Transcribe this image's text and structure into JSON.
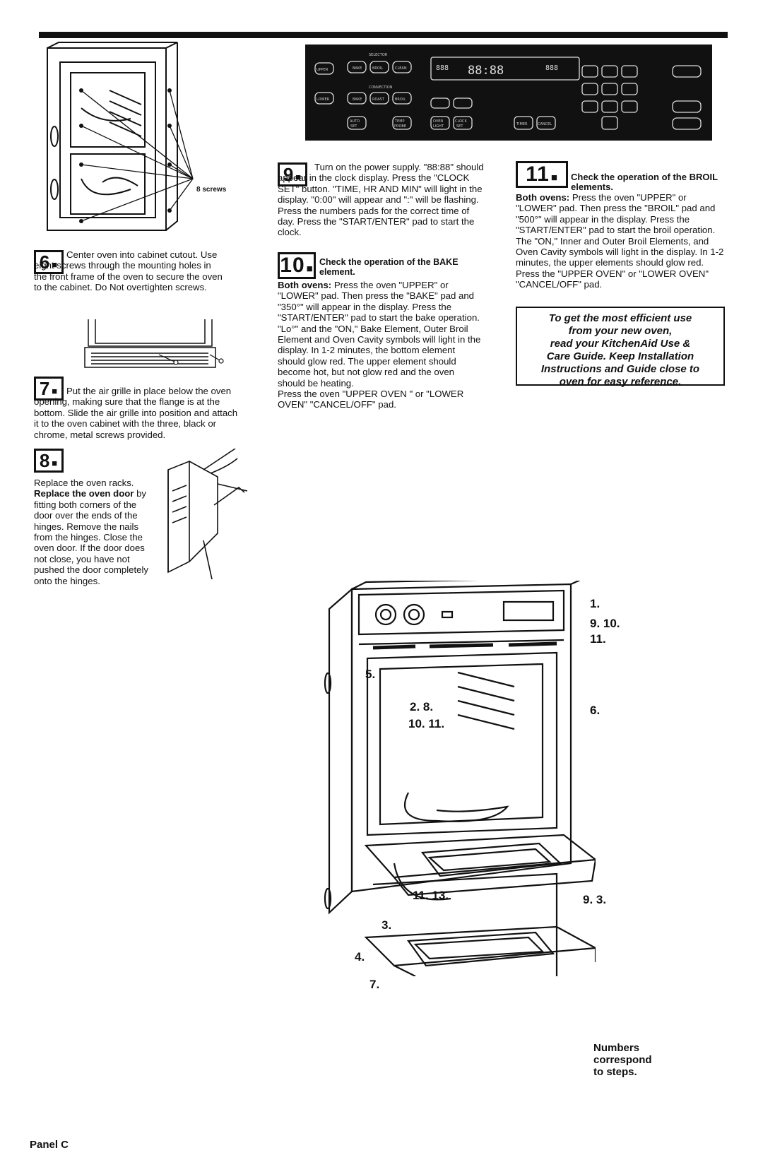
{
  "panel_label": "Panel C",
  "fig_oven_frame": {
    "label": "8 screws"
  },
  "step6": {
    "number": "6",
    "text": "Center oven into cabinet cutout. Use eight screws through the mounting holes in the front frame of the oven to secure the oven to the cabinet. Do Not overtighten screws."
  },
  "step7": {
    "number": "7",
    "text": "Put the air grille in place below the oven opening, making sure that the flange is at the bottom. Slide the air grille into position and attach it to the oven cabinet with the three, black or chrome, metal screws provided."
  },
  "step8": {
    "number": "8",
    "line1": "Replace the oven racks.",
    "bold": "Replace the oven door",
    "text": " by fitting both corners of the door over the ends of the hinges. Remove the nails from the hinges. Close the oven door. If the door does not close, you have not pushed the door completely onto the hinges."
  },
  "step9": {
    "number": "9",
    "text": "Turn on the power supply. \"88:88\" should appear in the clock display. Press the \"CLOCK SET\" button. \"TIME, HR AND MIN\" will light in the display. \"0:00\" will appear and \":\" will be flashing. Press the numbers pads for the correct time of day. Press the \"START/ENTER\" pad to start the clock."
  },
  "step10": {
    "number": "10",
    "heading": "Check the operation of the BAKE element.",
    "bold": "Both ovens:",
    "text": " Press the oven \"UPPER\" or \"LOWER\" pad. Then press the \"BAKE\" pad and \"350°\" will appear in the display. Press the \"START/ENTER\" pad to start the bake operation. \"Lo°\" and the \"ON,\" Bake Element, Outer Broil Element and Oven Cavity symbols will light in the display. In 1-2 minutes, the bottom element should glow red. The upper element should become hot, but not glow red and the oven should be heating.",
    "text2": "Press the oven \"UPPER OVEN \" or \"LOWER OVEN\" \"CANCEL/OFF\" pad."
  },
  "step11": {
    "number": "11",
    "heading": "Check the operation of the BROIL elements.",
    "bold": "Both ovens:",
    "text": " Press the oven \"UPPER\" or \"LOWER\" pad. Then press the \"BROIL\" pad and \"500°\" will appear in the display. Press the \"START/ENTER\" pad to start the broil operation. The \"ON,\" Inner and Outer Broil Elements, and Oven Cavity symbols will light in the display. In 1-2 minutes, the upper elements should glow red.",
    "text2": "Press the \"UPPER OVEN\" or \"LOWER OVEN\" \"CANCEL/OFF\" pad."
  },
  "callout": {
    "line1": "To get the most efficient use",
    "line2": "from your new oven,",
    "line3": "read your KitchenAid Use &",
    "line4": "Care Guide. Keep Installation",
    "line5": "Instructions and Guide close to",
    "line6": "oven for easy reference."
  },
  "control_panel": {
    "display_clock": "88:88",
    "display_temp_left": "888",
    "display_temp_right": "888",
    "label_upper": "UPPER",
    "label_lower": "LOWER",
    "label_selector": "SELECTOR",
    "label_convection": "CONVECTION",
    "buttons_row1": [
      "BAKE",
      "BROIL",
      "CLEAN"
    ],
    "buttons_row2": [
      "BAKE",
      "ROAST",
      "BROIL"
    ],
    "buttons_row3": [
      "AUTO SET",
      "TEMP PROBE"
    ],
    "buttons_row3b": [
      "OVEN LIGHT",
      "CLOCK SET"
    ],
    "buttons_timer": [
      "TIMER",
      "CANCEL"
    ]
  },
  "diagram_labels": {
    "l1": "1.",
    "l9_10": "9. 10.",
    "l11": "11.",
    "l5": "5.",
    "l2_8": "2. 8.",
    "l10_11": "10. 11.",
    "l6": "6.",
    "l11_13": "11. 13.",
    "l3a": "3.",
    "l9_3": "9. 3.",
    "l4": "4.",
    "l7": "7."
  },
  "note": {
    "line1": "Numbers",
    "line2": "correspond",
    "line3": "to steps."
  }
}
